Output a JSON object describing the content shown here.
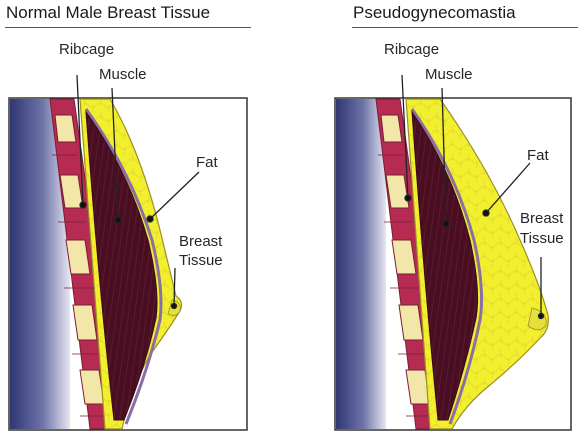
{
  "panels": [
    {
      "title": "Normal Male Breast Tissue",
      "labels": {
        "ribcage": "Ribcage",
        "muscle": "Muscle",
        "fat": "Fat",
        "breast_line1": "Breast",
        "breast_line2": "Tissue"
      }
    },
    {
      "title": "Pseudogynecomastia",
      "labels": {
        "ribcage": "Ribcage",
        "muscle": "Muscle",
        "fat": "Fat",
        "breast_line1": "Breast",
        "breast_line2": "Tissue"
      }
    }
  ],
  "colors": {
    "body_gradient_dark": "#2f3673",
    "body_gradient_light": "#e6e6f2",
    "rib_red": "#b52b52",
    "rib_cartilage": "#f2e7a8",
    "muscle": "#4a0e22",
    "fat": "#f2ef2f",
    "fat_outline": "#9c8f2a",
    "pec_edge": "#8a6fa3"
  }
}
